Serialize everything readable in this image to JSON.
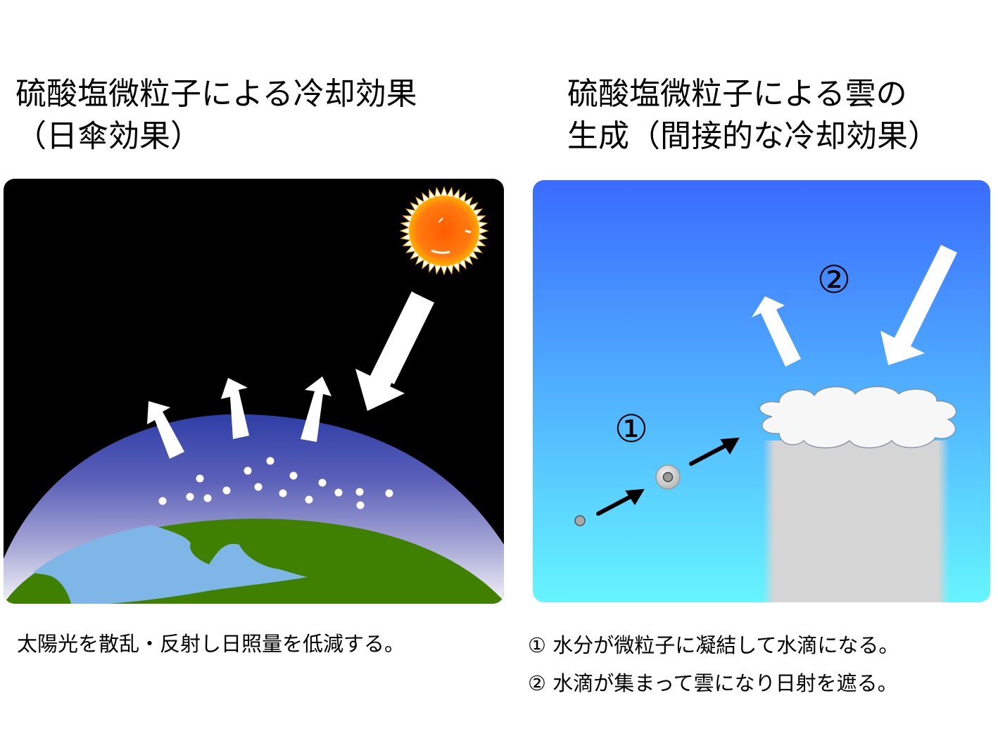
{
  "left": {
    "title_line1": "硫酸塩微粒子による冷却効果",
    "title_line2": "（日傘効果）",
    "caption": "太陽光を散乱・反射し日照量を低減する。"
  },
  "right": {
    "title_line1": "硫酸塩微粒子による雲の",
    "title_line2": "生成（間接的な冷却効果）",
    "marker1": "①",
    "marker2": "②",
    "caption_line1": "① 水分が微粒子に凝結して水滴になる。",
    "caption_line2": "② 水滴が集まって雲になり日射を遮る。"
  },
  "colors": {
    "space": "#000000",
    "atmosphere": "#2e3ea6",
    "land": "#3f8000",
    "ocean": "#7fb6e8",
    "sun": "#ff6a00",
    "sky_top": "#3a6bff",
    "sky_bottom": "#66f5ff",
    "cloud": "#f7f7f7",
    "rain_shadow": "#d5d5d5"
  }
}
